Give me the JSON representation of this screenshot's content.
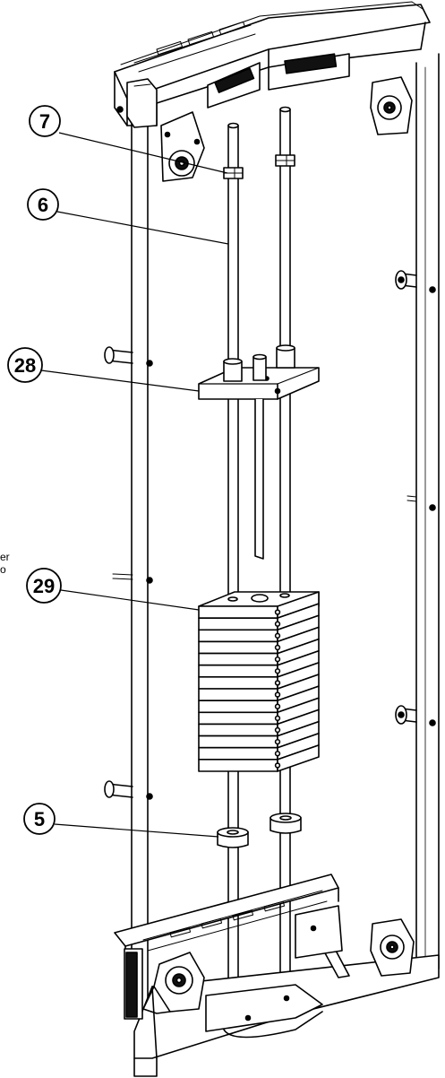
{
  "callouts": [
    {
      "id": "7",
      "label": "7"
    },
    {
      "id": "6",
      "label": "6"
    },
    {
      "id": "28",
      "label": "28"
    },
    {
      "id": "29",
      "label": "29"
    },
    {
      "id": "5",
      "label": "5"
    }
  ],
  "clipped_text": {
    "line1": "er",
    "line2": "o"
  },
  "colors": {
    "line": "#000000",
    "frame_fill": "#ffffff",
    "dark_fill": "#222222",
    "mid_gray": "#555555",
    "light_gray": "#cccccc"
  },
  "weight_plate_count": 14
}
